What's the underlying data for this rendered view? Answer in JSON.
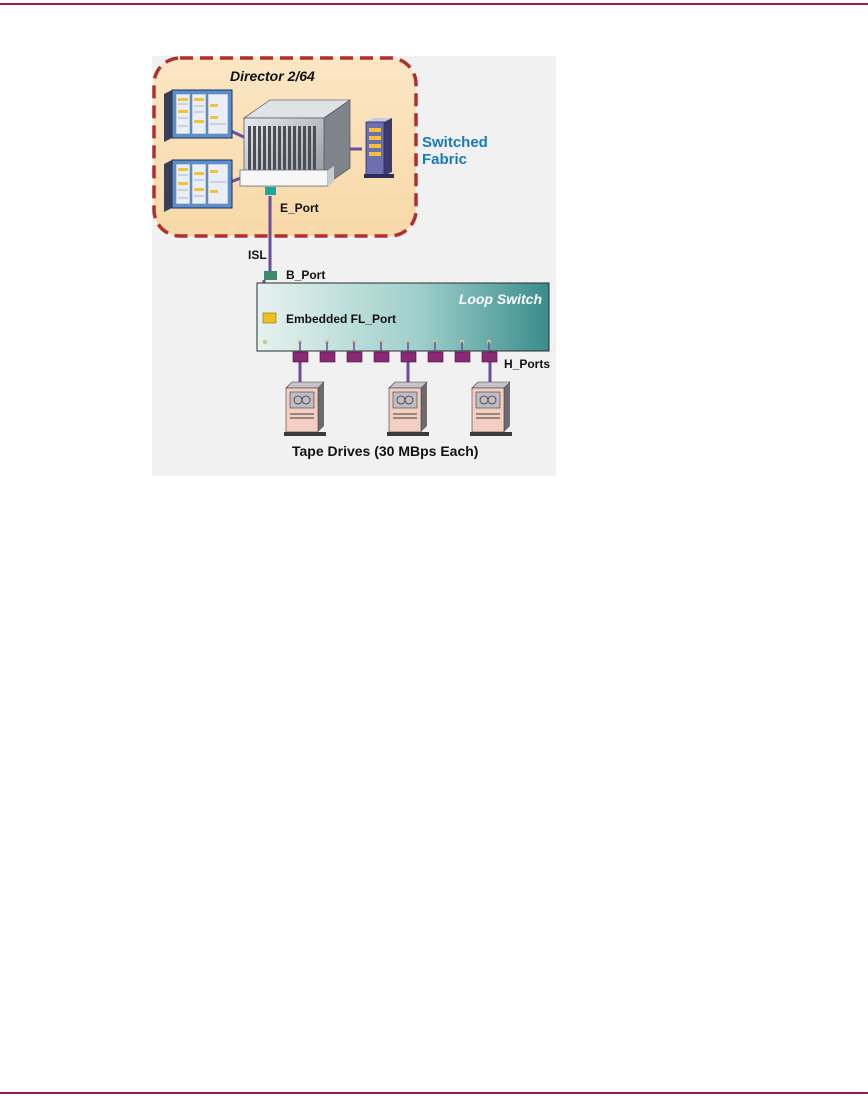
{
  "colors": {
    "rule": "#9c1a54",
    "director_border": "#b03030",
    "director_fill": "#f8d9a8",
    "link": "#6a4d9e",
    "fabric_text": "#1a78c2",
    "b_port": "#3d8a6a",
    "e_port": "#1aa7a0",
    "fl_port": "#f0c020",
    "h_port": "#8a2a74",
    "loop_switch_light": "#e6f2ef",
    "loop_switch_dark": "#3a8c8c"
  },
  "figure": {
    "director_title": "Director 2/64",
    "fabric_line1": "Switched",
    "fabric_line2": "Fabric",
    "e_port_label": "E_Port",
    "isl_label": "ISL",
    "b_port_label": "B_Port",
    "loop_switch_title": "Loop Switch",
    "fl_port_label": "Embedded FL_Port",
    "h_ports_label": "H_Ports",
    "caption": "Tape Drives (30 MBps Each)"
  },
  "icons": {
    "storage_array": "storage-array-icon",
    "director": "director-switch-icon",
    "server": "server-icon",
    "tape_drive": "tape-drive-icon"
  }
}
